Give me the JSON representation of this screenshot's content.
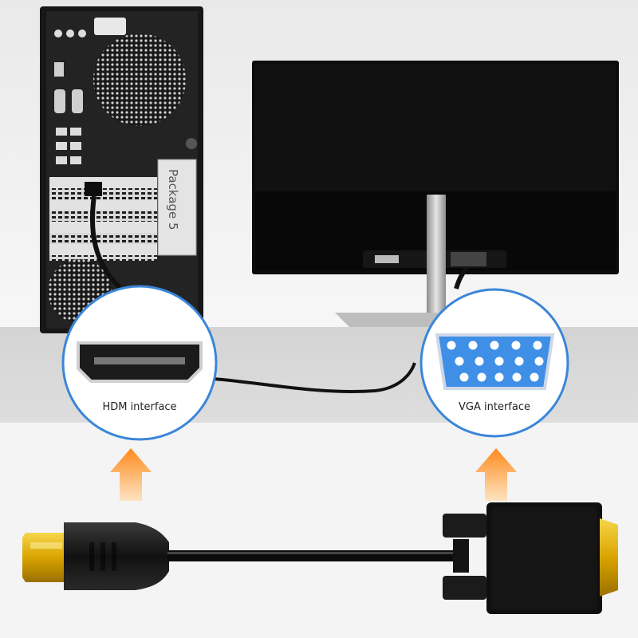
{
  "image": {
    "case_sticker_text": "Package 5",
    "hdmi_callout_label": "HDM interface",
    "vga_callout_label": "VGA interface",
    "colors": {
      "callout_ring": "#3a86d9",
      "arrow_top": "#ff8a1c",
      "arrow_bottom": "#fde3c2",
      "vga_port_blue": "#3f8fe6",
      "hdmi_gold": "#d9a400",
      "case_black": "#161616",
      "monitor_black": "#0c0c0c"
    }
  }
}
